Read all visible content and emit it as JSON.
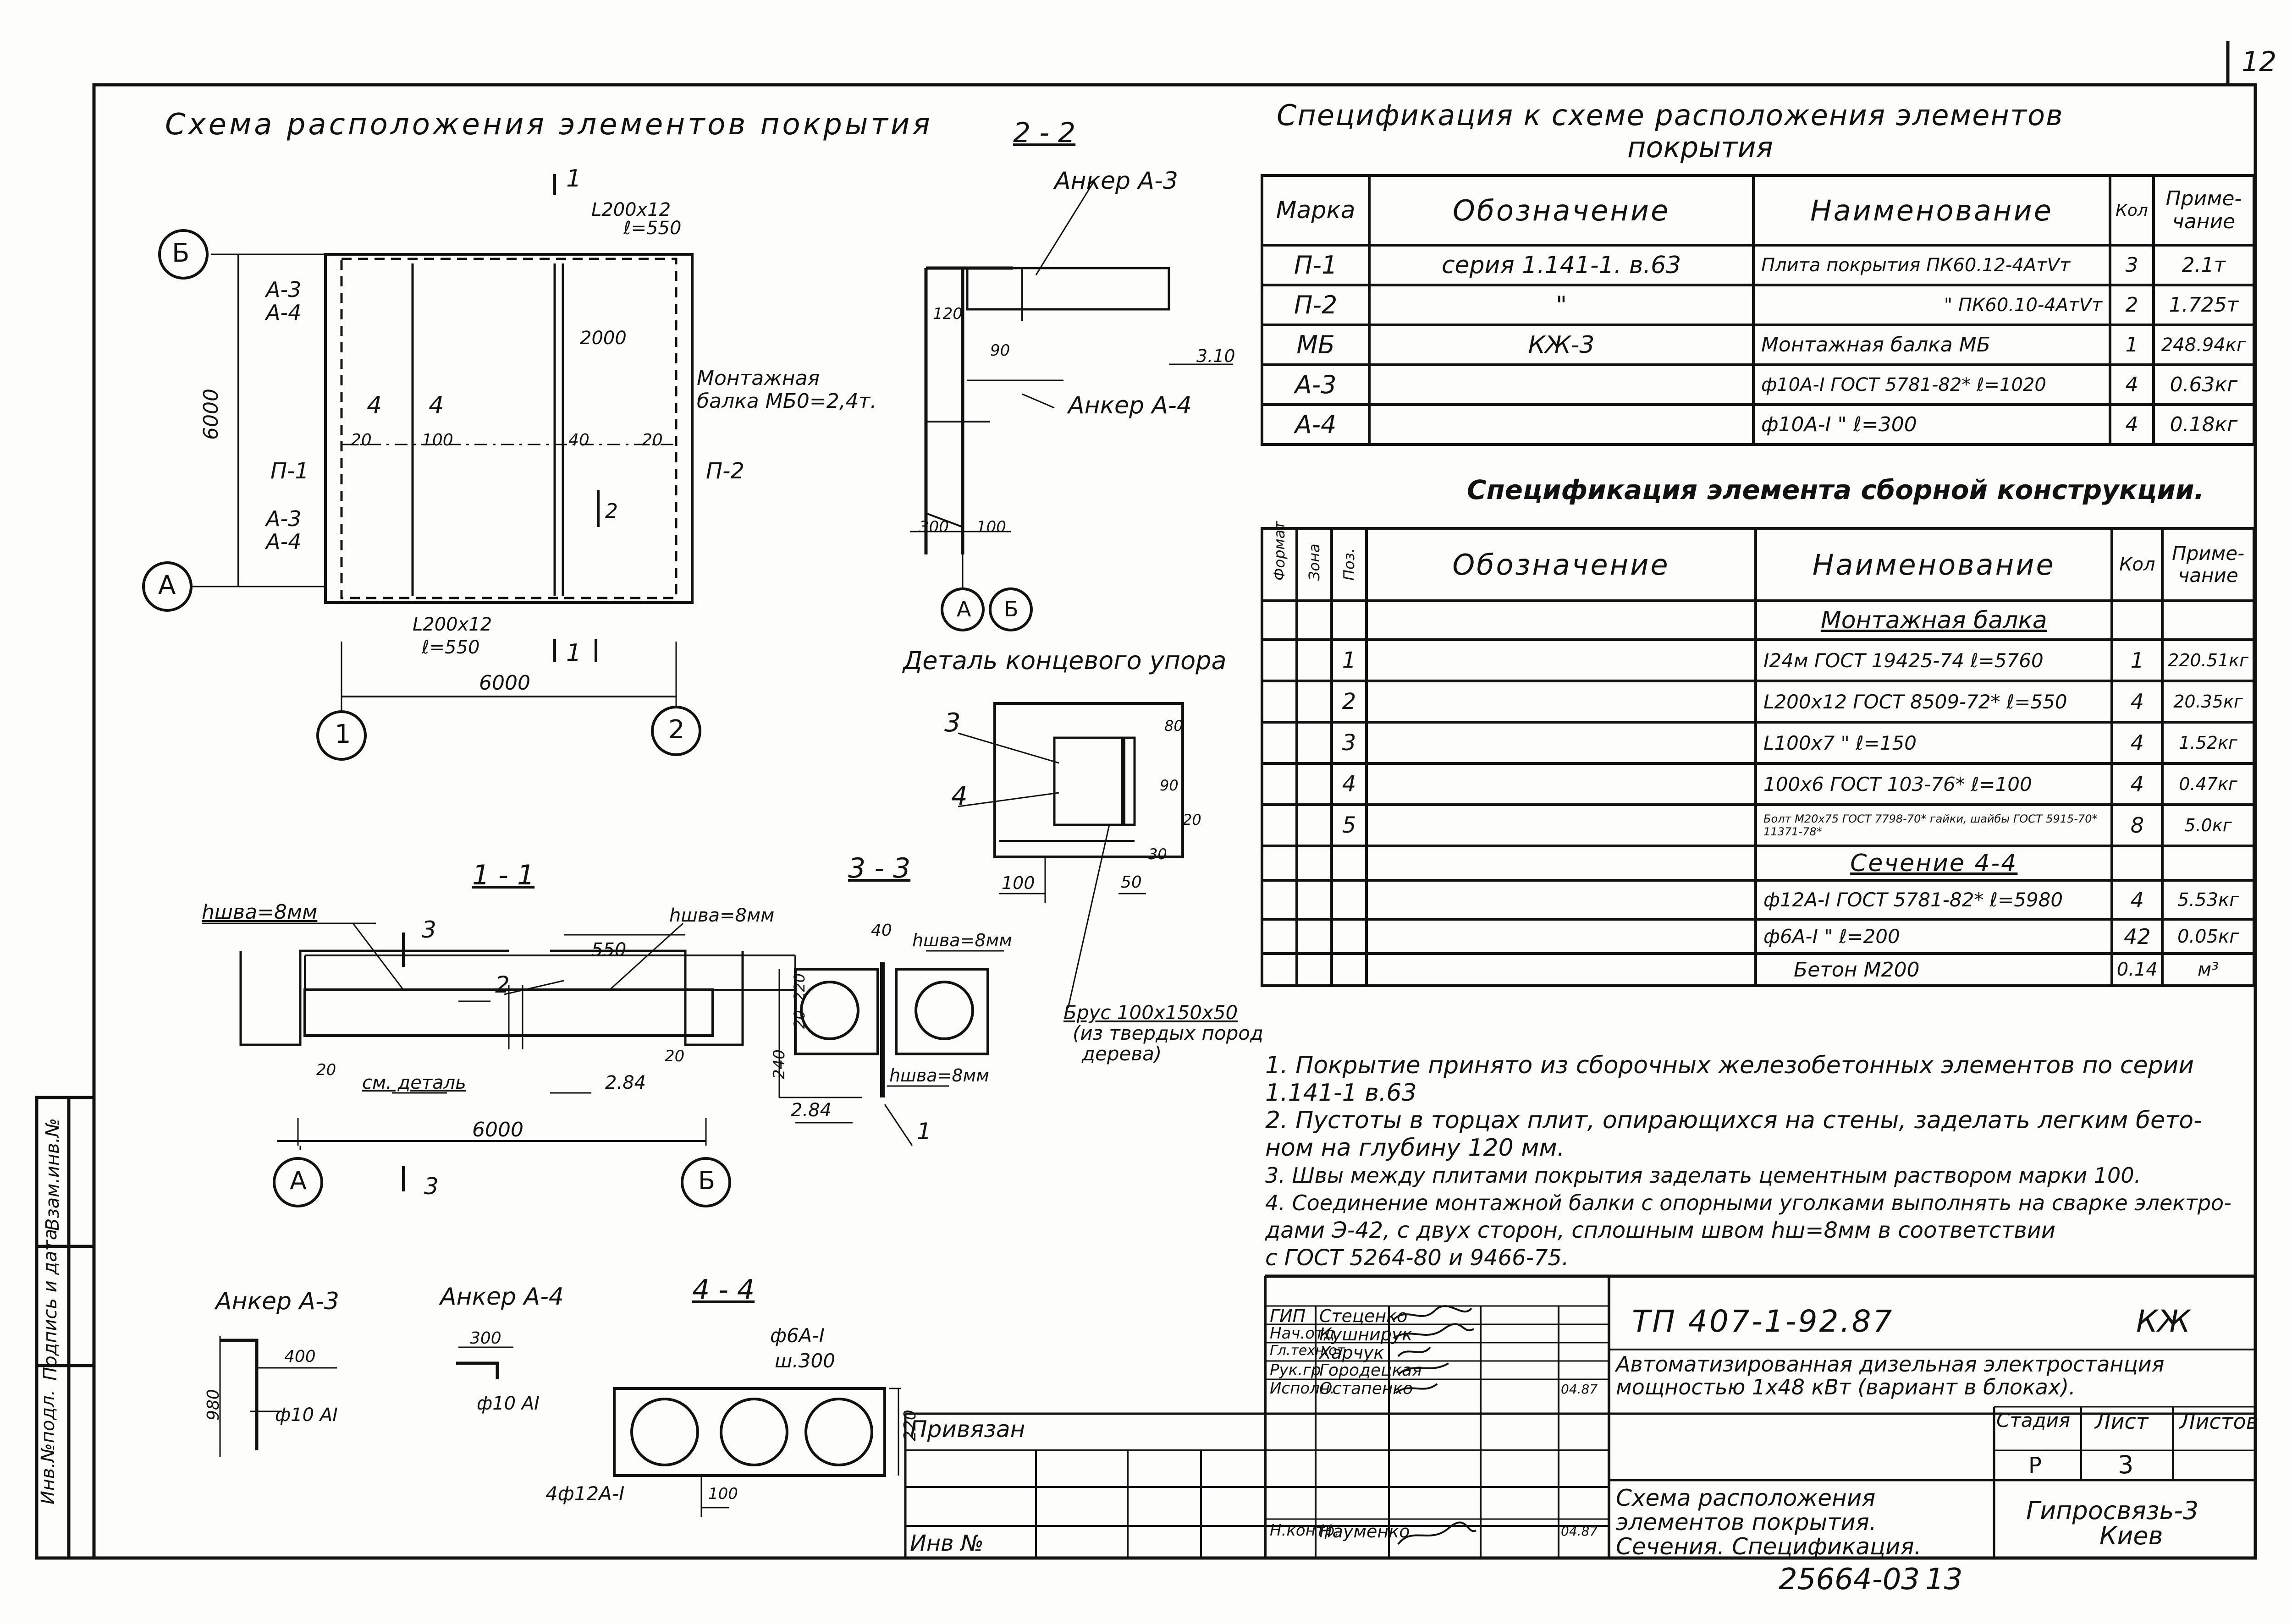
{
  "sheet": {
    "corner_number": "12",
    "archive_number": "25664-03",
    "copy_number": "13"
  },
  "plan": {
    "title": "Схема расположения элементов покрытия",
    "axis_b": "Б",
    "axis_a": "А",
    "axis_1": "1",
    "axis_2": "2",
    "label_a3_top": "А-3",
    "label_a4_top": "А-4",
    "label_a3_bottom": "А-3",
    "label_a4_bottom": "А-4",
    "label_p1": "П-1",
    "label_p2": "П-2",
    "angle_top": "L200x12",
    "angle_top_len": "ℓ=550",
    "angle_bottom": "L200x12",
    "angle_bottom_len": "ℓ=550",
    "dim_2000": "2000",
    "dim_6000_v": "6000",
    "dim_6000_h": "6000",
    "dim_20_left": "20",
    "dim_100": "100",
    "dim_40": "40",
    "dim_20_right": "20",
    "sec4_left": "4",
    "sec4_right": "4",
    "sec1_top": "1",
    "sec1_bottom": "1",
    "sec2_mark": "2",
    "beam_note_line1": "Монтажная",
    "beam_note_line2": "балка МБ0=2,4т."
  },
  "section22": {
    "title": "2 - 2",
    "anchor_a3": "Анкер А-3",
    "anchor_a4": "Анкер А-4",
    "dim_120": "120",
    "dim_90": "90",
    "elev_310": "3.10",
    "dim_300": "300",
    "dim_100": "100",
    "axis_a": "А",
    "axis_b": "Б"
  },
  "end_stop": {
    "title": "Деталь концевого упора",
    "pos3": "3",
    "pos4": "4",
    "dim_100": "100",
    "dim_50": "50",
    "dim_30": "30",
    "dim_90": "90",
    "dim_20": "20",
    "dim_80": "80",
    "bar_note_line1": "Брус 100x150x50",
    "bar_note_line2": "(из твердых пород",
    "bar_note_line3": "дерева)"
  },
  "section11": {
    "title": "1 - 1",
    "weld_left": "hшва=8мм",
    "weld_right": "hшва=8мм",
    "sec3": "3",
    "sec3_bottom": "3",
    "dim_550": "550",
    "pos2": "2",
    "dim_20_left": "20",
    "dim_20_right": "20",
    "see_detail": "см. деталь",
    "elev_284": "2.84",
    "dim_6000": "6000",
    "axis_a": "А",
    "axis_b": "Б"
  },
  "section33": {
    "title": "3 - 3",
    "dim_40": "40",
    "weld_top": "hшва=8мм",
    "weld_bottom": "hшва=8мм",
    "dim_220": "220",
    "dim_20": "20",
    "dim_240": "240",
    "elev_284": "2.84",
    "pos1": "1"
  },
  "anchors": {
    "a3_title": "Анкер А-3",
    "a3_dim_400": "400",
    "a3_dim_980": "980",
    "a3_bar": "ф10 АI",
    "a4_title": "Анкер А-4",
    "a4_dim_300": "300",
    "a4_bar": "ф10 АI"
  },
  "section44": {
    "title": "4 - 4",
    "bar_top": "ф6А-I",
    "bar_step": "ш.300",
    "dim_220": "220",
    "bar_bottom": "4ф12А-I",
    "dim_100": "100"
  },
  "spec1": {
    "title_line1": "Спецификация к схеме расположения элементов",
    "title_line2": "покрытия",
    "headers": [
      "Марка",
      "Обозначение",
      "Наименование",
      "Кол",
      "Приме- чание"
    ],
    "rows": [
      [
        "П-1",
        "серия 1.141-1. в.63",
        "Плита покрытия ПК60.12-4АтVт",
        "3",
        "2.1т"
      ],
      [
        "П-2",
        "\"",
        "\"  ПК60.10-4АтVт",
        "2",
        "1.725т"
      ],
      [
        "МБ",
        "КЖ-3",
        "Монтажная балка  МБ",
        "1",
        "248.94кг"
      ],
      [
        "А-3",
        "",
        "ф10А-I ГОСТ 5781-82* ℓ=1020",
        "4",
        "0.63кг"
      ],
      [
        "А-4",
        "",
        "ф10А-I  \"  ℓ=300",
        "4",
        "0.18кг"
      ]
    ]
  },
  "spec2": {
    "title": "Спецификация элемента сборной конструкции.",
    "headers": [
      "Формат",
      "Зона",
      "Поз.",
      "Обозначение",
      "Наименование",
      "Кол",
      "Приме- чание"
    ],
    "section_beam": "Монтажная балка",
    "section_44": "Сечение 4-4",
    "rows": [
      [
        "1",
        "I24м ГОСТ 19425-74 ℓ=5760",
        "1",
        "220.51кг"
      ],
      [
        "2",
        "L200x12 ГОСТ 8509-72* ℓ=550",
        "4",
        "20.35кг"
      ],
      [
        "3",
        "L100x7  \"  ℓ=150",
        "4",
        "1.52кг"
      ],
      [
        "4",
        "100x6 ГОСТ 103-76* ℓ=100",
        "4",
        "0.47кг"
      ],
      [
        "5",
        "Болт М20x75 ГОСТ 7798-70* гайки, шайбы ГОСТ 5915-70* 11371-78*",
        "8",
        "5.0кг"
      ]
    ],
    "rows_44": [
      [
        "ф12А-I ГОСТ 5781-82* ℓ=5980",
        "4",
        "5.53кг"
      ],
      [
        "ф6А-I  \"  ℓ=200",
        "42",
        "0.05кг"
      ],
      [
        "Бетон М200",
        "0.14",
        "м³"
      ]
    ]
  },
  "notes": [
    "1. Покрытие принято из сборочных железобетонных элементов по серии",
    "   1.141-1  в.63",
    "2. Пустоты в торцах плит, опирающихся на стены, заделать легким бето-",
    "   ном на глубину 120 мм.",
    "3. Швы между плитами покрытия заделать цементным раствором марки 100.",
    "4. Соединение монтажной балки с опорными уголками выполнять на сварке электро-",
    "   дами Э-42, с двух сторон, сплошным швом hш=8мм в соответствии",
    "   с ГОСТ 5264-80 и 9466-75."
  ],
  "title_block": {
    "doc_code": "ТП 407-1-92.87",
    "mark": "КЖ",
    "project_line1": "Автоматизированная дизельная электростанция",
    "project_line2": "мощностью 1x48 кВт (вариант в блоках).",
    "sheet_title_line1": "Схема расположения",
    "sheet_title_line2": "элементов покрытия.",
    "sheet_title_line3": "Сечения. Спецификация.",
    "stage_label": "Стадия",
    "sheet_label": "Лист",
    "sheets_label": "Листов",
    "stage": "Р",
    "sheet_no": "3",
    "org_line1": "Гипросвязь-3",
    "org_line2": "Киев",
    "roles": [
      {
        "role": "ГИП",
        "name": "Стеценко",
        "date": ""
      },
      {
        "role": "Нач.отд",
        "name": "Кушнирук",
        "date": ""
      },
      {
        "role": "Гл.техн.от",
        "name": "Харчук",
        "date": ""
      },
      {
        "role": "Рук.гр",
        "name": "Городецкая",
        "date": ""
      },
      {
        "role": "Исполн.",
        "name": "Остапенко",
        "date": "04.87"
      },
      {
        "role": "Н.контр.",
        "name": "Науменко",
        "date": "04.87"
      }
    ],
    "bound_label": "Привязан",
    "inv_label": "Инв №"
  },
  "side_stamp": {
    "labels": [
      "Инв.№подл.",
      "Подпись и дата",
      "Взам.инв.№"
    ]
  }
}
